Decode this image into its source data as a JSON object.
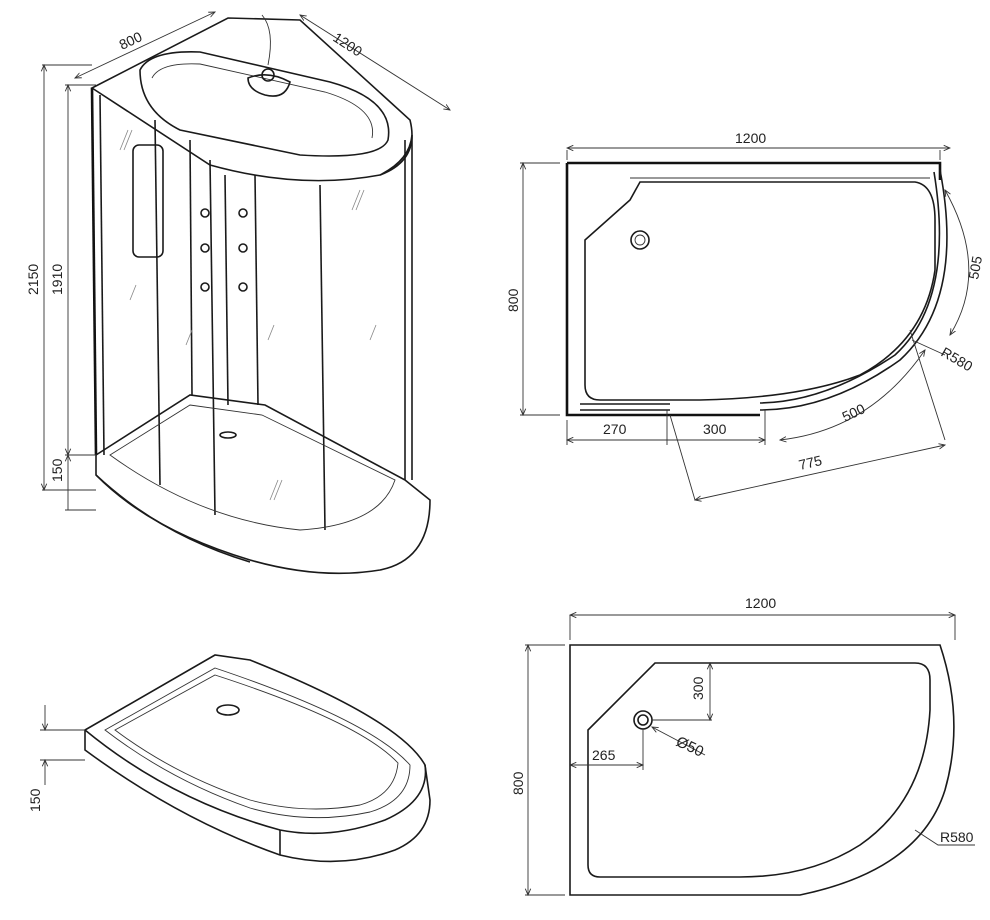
{
  "iso_view": {
    "depth": "800",
    "width": "1200",
    "total_height": "2150",
    "glass_height": "1910",
    "tray_height": "150"
  },
  "plan_view": {
    "width": "1200",
    "depth": "800",
    "arc_side": "505",
    "radius": "R580",
    "arc_front": "500",
    "fixed_panel": "270",
    "door_opening": "300",
    "chord": "775"
  },
  "tray_iso_view": {
    "tray_height": "150"
  },
  "tray_plan_view": {
    "width": "1200",
    "depth": "800",
    "drain_offset_y": "300",
    "drain_offset_x": "265",
    "drain_diameter": "Ø50",
    "radius": "R580"
  }
}
